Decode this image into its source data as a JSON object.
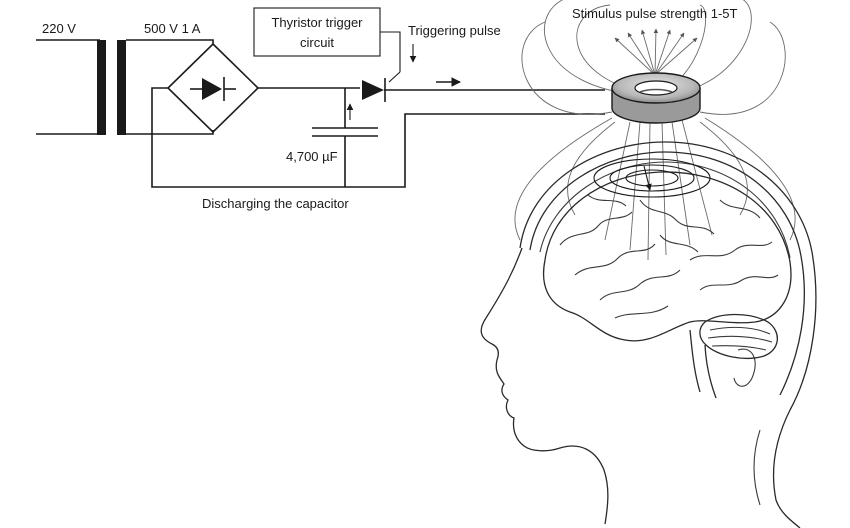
{
  "labels": {
    "mains_voltage": "220 V",
    "transformer_rating": "500 V 1 A",
    "trigger_circuit_line1": "Thyristor trigger",
    "trigger_circuit_line2": "circuit",
    "triggering_pulse": "Triggering pulse",
    "capacitance": "4,700 µF",
    "discharging": "Discharging the capacitor",
    "stimulus_strength": "Stimulus pulse strength 1-5T"
  },
  "icons": {
    "transformer": "transformer-icon",
    "rectifier": "bridge-rectifier-icon",
    "thyristor": "thyristor-icon",
    "capacitor": "capacitor-icon",
    "coil": "magnetic-coil-icon",
    "head": "human-head-brain-illustration"
  }
}
